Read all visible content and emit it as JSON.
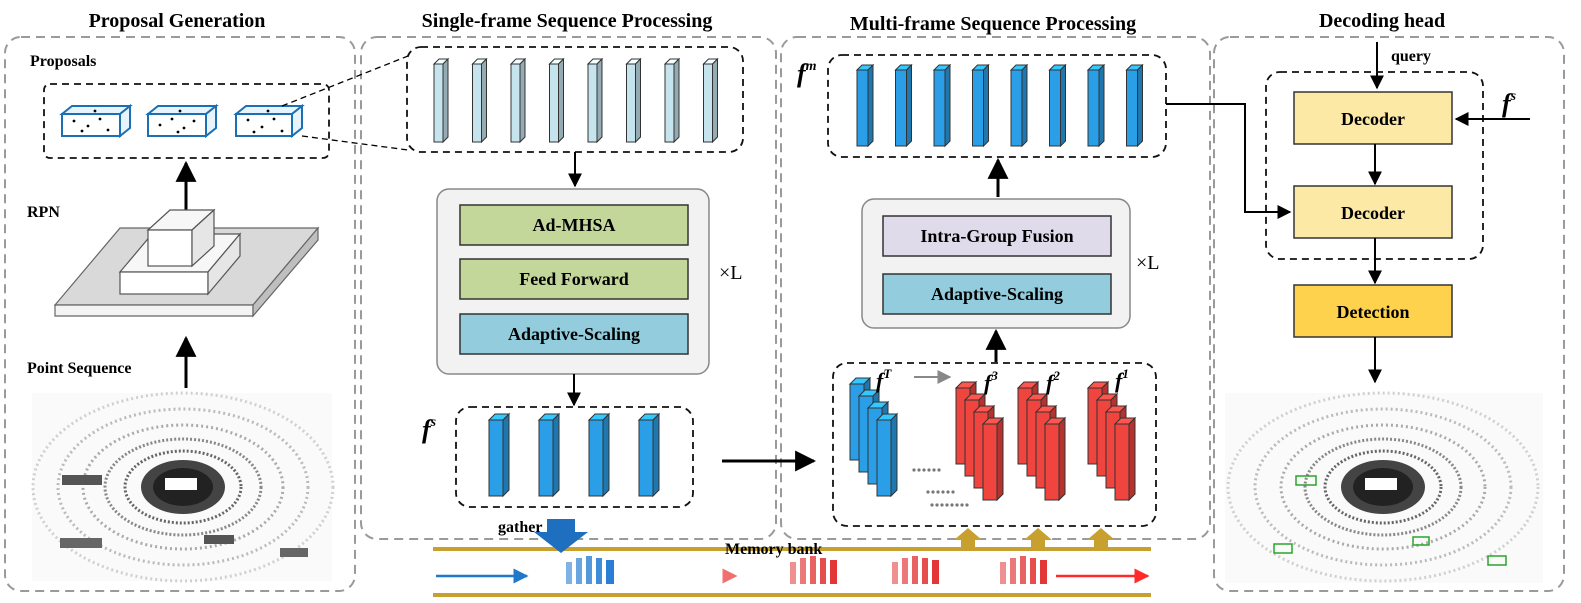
{
  "sections": {
    "proposal": {
      "title": "Proposal Generation",
      "proposals_label": "Proposals",
      "rpn_label": "RPN",
      "point_sequence_label": "Point Sequence"
    },
    "single_frame": {
      "title": "Single-frame Sequence Processing",
      "blocks": [
        "Ad-MHSA",
        "Feed Forward",
        "Adaptive-Scaling"
      ],
      "repeat": "×L",
      "feature_label": "f",
      "feature_sup": "s"
    },
    "multi_frame": {
      "title": "Multi-frame Sequence Processing",
      "blocks": [
        "Intra-Group Fusion",
        "Adaptive-Scaling"
      ],
      "repeat": "×L",
      "output_label": "f",
      "output_sup": "m",
      "frame_labels": [
        {
          "base": "f",
          "sup": "T"
        },
        {
          "base": "f",
          "sup": "3"
        },
        {
          "base": "f",
          "sup": "2"
        },
        {
          "base": "f",
          "sup": "1"
        }
      ]
    },
    "decoding": {
      "title": "Decoding head",
      "query_label": "query",
      "decoder_label": "Decoder",
      "detection_label": "Detection",
      "input_label": "f",
      "input_sup": "s"
    }
  },
  "memory_bank": {
    "label": "Memory bank",
    "gather_label": "gather"
  },
  "colors": {
    "light_cube": "#c5e4ee",
    "blue_feature": "#2a9fe8",
    "red_feature": "#f0443f",
    "green_block": "#c4d79b",
    "cyan_block": "#93cddd",
    "lavender_block": "#e0dbeb",
    "decoder_fill": "#fde9a6",
    "detection_fill": "#ffd24d",
    "gold": "#c8a030",
    "arrow_blue": "#1f78c8",
    "arrow_red": "#ff2a2a"
  }
}
